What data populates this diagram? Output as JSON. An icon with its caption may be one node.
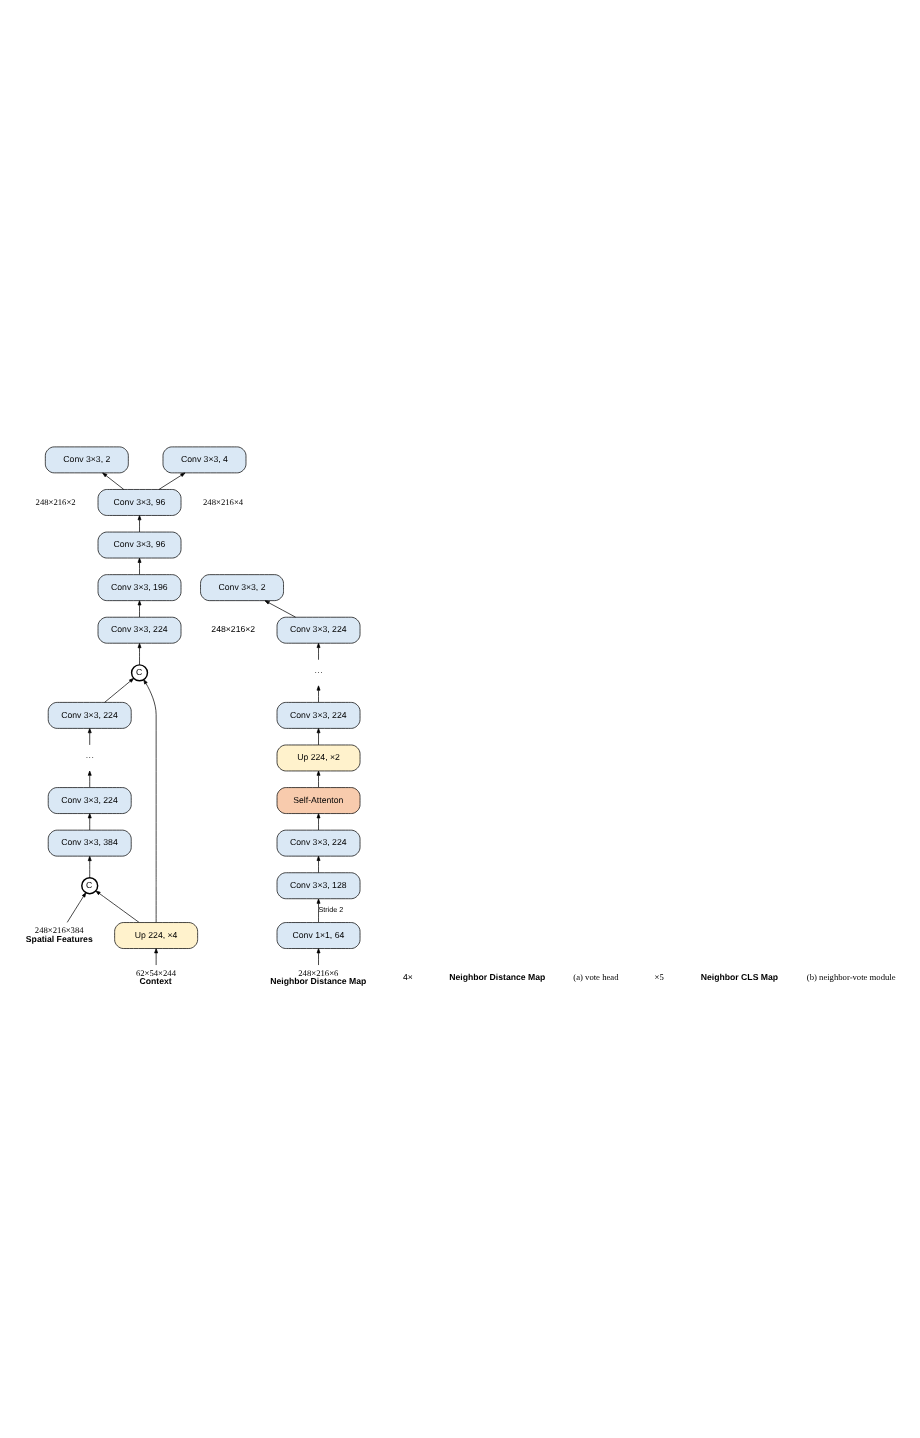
{
  "diagram": {
    "nodes": [
      {
        "text": [
          "Conv 3×3, 224"
        ]
      },
      {
        "text": [
          "···"
        ]
      },
      {
        "text": [
          "Conv 3×3, 224"
        ]
      },
      {
        "text": [
          "Conv 3×3, 384"
        ]
      },
      {
        "text": [
          "C"
        ]
      },
      {
        "text": [
          "Up 224, ×4"
        ]
      },
      {
        "text": [
          "248×216×384",
          "Spatial Features"
        ]
      },
      {
        "text": [
          "62×54×244",
          "Context"
        ]
      },
      {
        "text": [
          "C"
        ]
      },
      {
        "text": [
          "Conv 3×3, 224"
        ]
      },
      {
        "text": [
          "Conv 3×3, 196"
        ]
      },
      {
        "text": [
          "Conv 3×3, 96"
        ]
      },
      {
        "text": [
          "Conv 3×3, 96"
        ]
      },
      {
        "text": [
          "Conv 3×3, 2"
        ]
      },
      {
        "text": [
          "Conv 3×3, 4"
        ]
      },
      {
        "text": [
          "Self-Attenton"
        ]
      },
      {
        "text": [
          "Conv 3×3, 224"
        ]
      },
      {
        "text": [
          "Conv 3×3, 128"
        ]
      },
      {
        "text": [
          "Conv 1×1, 64"
        ]
      },
      {
        "text": [
          "248×216×6",
          "Neighbor Distance Map"
        ]
      },
      {
        "text": [
          "Up 224, ×2"
        ]
      },
      {
        "text": [
          "Conv 3×3, 224"
        ]
      },
      {
        "text": [
          "···"
        ]
      },
      {
        "text": [
          "Conv 3×3, 224"
        ]
      },
      {
        "text": [
          "Conv 3×3, 2"
        ]
      }
    ],
    "edges": [
      {
        "from": 6,
        "to": 4,
        "arrow": "to"
      },
      {
        "from": 5,
        "to": 4,
        "arrow": "to"
      },
      {
        "from": 4,
        "to": 3,
        "arrow": "to"
      },
      {
        "from": 3,
        "to": 2,
        "arrow": "to"
      },
      {
        "from": 2,
        "to": 1,
        "arrow": "to"
      },
      {
        "from": 1,
        "to": 0,
        "arrow": "to"
      },
      {
        "from": 0,
        "to": 8,
        "arrow": "to"
      },
      {
        "from": 5,
        "to": 8,
        "arrow": "to"
      },
      {
        "from": 7,
        "to": 5,
        "arrow": "to"
      },
      {
        "from": 8,
        "to": 9,
        "arrow": "to"
      },
      {
        "from": 9,
        "to": 10,
        "arrow": "to"
      },
      {
        "from": 10,
        "to": 11,
        "arrow": "to"
      },
      {
        "from": 11,
        "to": 12,
        "arrow": "to"
      },
      {
        "from": 12,
        "to": 13,
        "arrow": "to"
      },
      {
        "from": 12,
        "to": 14,
        "arrow": "to"
      },
      {
        "from": 19,
        "to": 18,
        "arrow": "to"
      },
      {
        "from": 18,
        "to": 17,
        "arrow": "to",
        "label": "Stride 2"
      },
      {
        "from": 17,
        "to": 16,
        "arrow": "to"
      },
      {
        "from": 16,
        "to": 15,
        "arrow": "to"
      },
      {
        "from": 15,
        "to": 20,
        "arrow": "to"
      },
      {
        "from": 20,
        "to": 21,
        "arrow": "to"
      },
      {
        "from": 21,
        "to": 22,
        "arrow": "to"
      },
      {
        "from": 22,
        "to": 23,
        "arrow": "to"
      },
      {
        "from": 23,
        "to": 24,
        "arrow": "to"
      }
    ],
    "labels": [
      "4×",
      "248×216×2",
      "248×216×4",
      "Neighbor Distance Map",
      "(a) vote head",
      "×5",
      "248×216×2",
      "Neighbor CLS Map",
      "(b) neighbor-vote module"
    ]
  }
}
